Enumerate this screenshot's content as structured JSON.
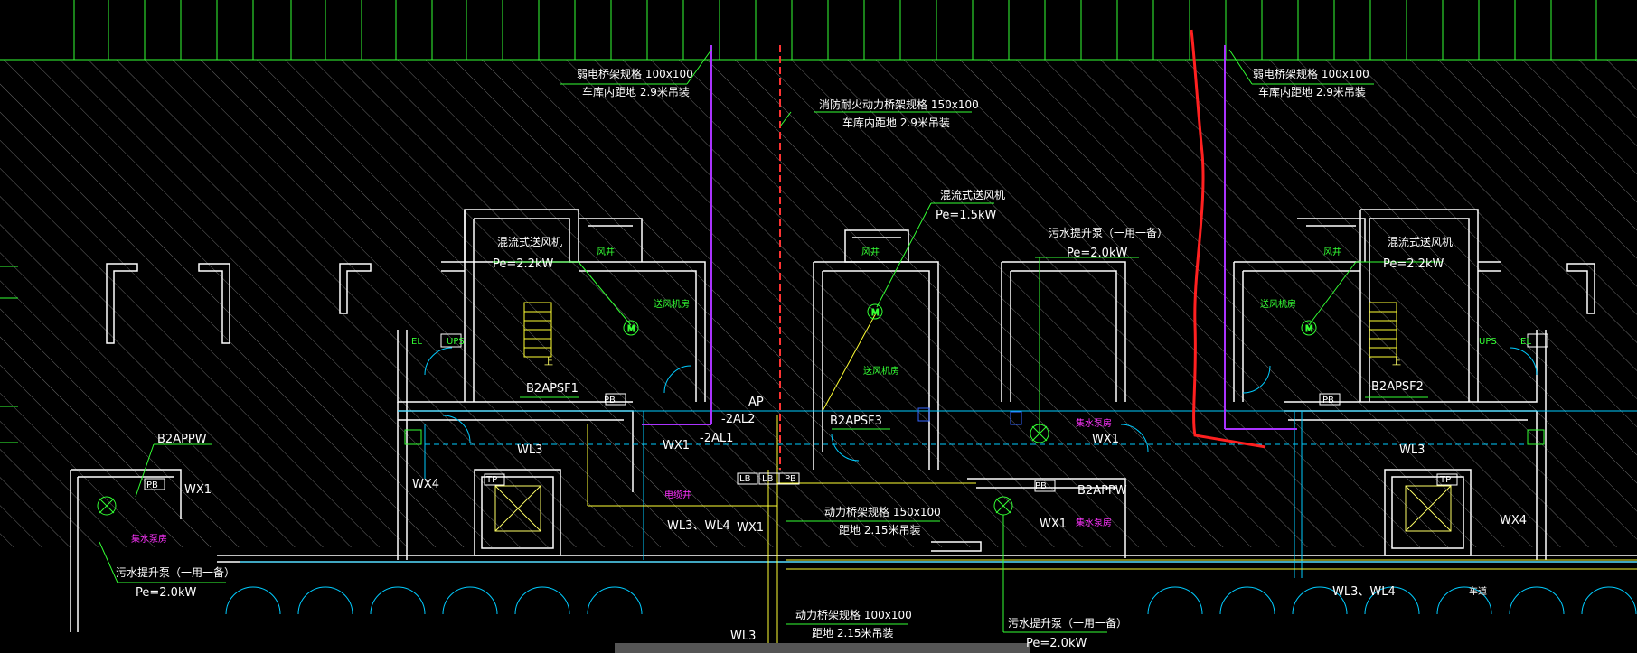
{
  "colors": {
    "background": "#000000",
    "wall": "#ffffff",
    "hatch": "#6a6a6a",
    "leader": "#33ff33",
    "bus": "#00ccff",
    "riser": "#aa33ff",
    "fire_riser": "#ff3333",
    "markup": "#ff2020",
    "yellow": "#ffff33",
    "magenta": "#ff33ff"
  },
  "icons": [
    "fan-symbol",
    "pump-symbol",
    "stair-symbol",
    "elevator-symbol",
    "door-swing-symbol"
  ],
  "labels": {
    "weak_tray_left_1": "弱电桥架规格 100x100",
    "weak_tray_left_2": "车库内距地 2.9米吊装",
    "fire_tray_1": "消防耐火动力桥架规格 150x100",
    "fire_tray_2": "车库内距地 2.9米吊装",
    "weak_tray_right_1": "弱电桥架规格 100x100",
    "weak_tray_right_2": "车库内距地 2.9米吊装",
    "fan_left_name": "混流式送风机",
    "fan_left_pe": "Pe=2.2kW",
    "fan_mid_name": "混流式送风机",
    "fan_mid_pe": "Pe=1.5kW",
    "pump_mid_name": "污水提升泵（一用一备）",
    "pump_mid_pe": "Pe=2.0kW",
    "fan_right_name": "混流式送风机",
    "fan_right_pe": "Pe=2.2kW",
    "panel_apsf1": "B2APSF1",
    "panel_apsf3": "B2APSF3",
    "panel_apsf2": "B2APSF2",
    "panel_appw_left": "B2APPW",
    "panel_appw_mid": "B2APPW",
    "ap": "AP",
    "al2": "-2AL2",
    "al1": "-2AL1",
    "wx1_a": "WX1",
    "wx1_b": "WX1",
    "wx1_c": "WX1",
    "wx1_d": "WX1",
    "wx1_e": "WX1",
    "wx4_left": "WX4",
    "wx4_right": "WX4",
    "wl3_a": "WL3",
    "wl3_b": "WL3",
    "wl3_c": "WL3",
    "wl3wl4_a": "WL3、WL4",
    "wl3wl4_b": "WL3、WL4",
    "power_tray_mid_1": "动力桥架规格 150x100",
    "power_tray_mid_2": "距地 2.15米吊装",
    "power_tray_low_1": "动力桥架规格 100x100",
    "power_tray_low_2": "距地 2.15米吊装",
    "pump_left_name": "污水提升泵（一用一备）",
    "pump_left_pe": "Pe=2.0kW",
    "pump_low_name": "污水提升泵（一用一备）",
    "pump_low_pe": "Pe=2.0kW",
    "ups_left": "UPS",
    "ups_right": "UPS",
    "el_left": "EL",
    "el_right": "EL",
    "pb_a": "PB",
    "pb_b": "PB",
    "pb_c": "PB",
    "pb_d": "PB",
    "pb_e": "PB",
    "lb_a": "LB",
    "lb_b": "LB",
    "tp_left": "TP",
    "tp_right": "TP",
    "room_fengjing_a": "风井",
    "room_fengjing_b": "风井",
    "room_fengjing_c": "风井",
    "room_songfeng_a": "送风机房",
    "room_songfeng_b": "送风机房",
    "room_songfeng_c": "送风机房",
    "room_pump_a": "集水泵房",
    "room_pump_b": "集水泵房",
    "room_pump_c": "集水泵房",
    "room_dianjing": "电缆井",
    "stair_up_a": "上",
    "stair_up_b": "上",
    "lane": "车道"
  }
}
